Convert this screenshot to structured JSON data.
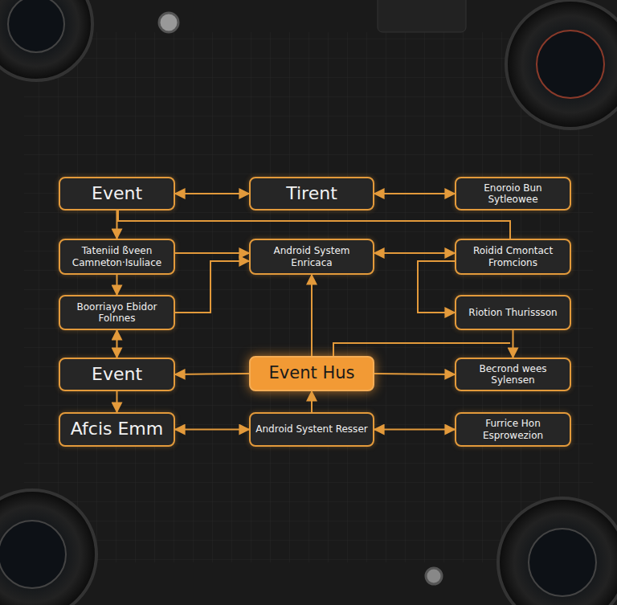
{
  "diagram": {
    "nodes": [
      {
        "text": [
          "Event"
        ]
      },
      {
        "text": [
          "Tirent"
        ]
      },
      {
        "text": [
          "Enoroio Bun Sytleowee"
        ]
      },
      {
        "text": [
          "Tateniid ßveen Camneton·Isuliace"
        ]
      },
      {
        "text": [
          "Android System Enricaca"
        ]
      },
      {
        "text": [
          "Roidid Cmontact Fromcions"
        ]
      },
      {
        "text": [
          "Boorriayo Ebidor Folnnes"
        ]
      },
      {
        "text": [
          "Riotion Thurissson"
        ]
      },
      {
        "text": [
          "Event"
        ]
      },
      {
        "text": [
          "Event Hus"
        ]
      },
      {
        "text": [
          "Becrond wees Sylensen"
        ]
      },
      {
        "text": [
          "Afcis Emm"
        ]
      },
      {
        "text": [
          "Android Systent Resser"
        ]
      },
      {
        "text": [
          "Furrice Hon Esprowezion"
        ]
      }
    ],
    "edges": [
      {
        "from": 0,
        "to": 1,
        "arrow": "both"
      },
      {
        "from": 1,
        "to": 2,
        "arrow": "both"
      },
      {
        "from": 0,
        "to": 3,
        "arrow": "to"
      },
      {
        "from": 3,
        "to": 4,
        "arrow": "to"
      },
      {
        "from": 4,
        "to": 5,
        "arrow": "both"
      },
      {
        "from": 3,
        "to": 6,
        "arrow": "to"
      },
      {
        "from": 6,
        "to": 4,
        "arrow": "to"
      },
      {
        "from": 5,
        "to": 7,
        "arrow": "to"
      },
      {
        "from": 9,
        "to": 4,
        "arrow": "to"
      },
      {
        "from": 9,
        "to": 8,
        "arrow": "to"
      },
      {
        "from": 9,
        "to": 10,
        "arrow": "to"
      },
      {
        "from": 7,
        "to": 10,
        "arrow": "to"
      },
      {
        "from": 6,
        "to": 8,
        "arrow": "both"
      },
      {
        "from": 8,
        "to": 11,
        "arrow": "to"
      },
      {
        "from": 11,
        "to": 12,
        "arrow": "both"
      },
      {
        "from": 12,
        "to": 13,
        "arrow": "both"
      },
      {
        "from": 12,
        "to": 9,
        "arrow": "to"
      }
    ]
  }
}
